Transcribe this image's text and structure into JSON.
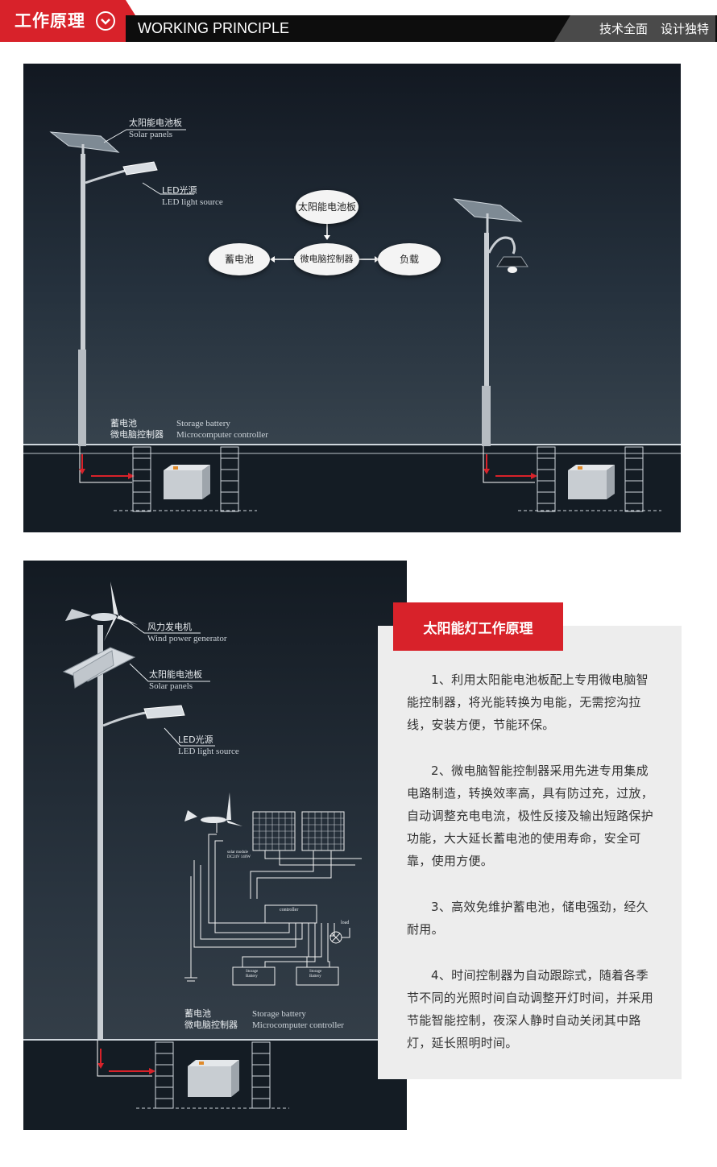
{
  "header": {
    "title_cn": "工作原理",
    "title_en": "WORKING PRINCIPLE",
    "tags": [
      "技术全面",
      "设计独特"
    ],
    "accent": "#d8222a"
  },
  "top_diagram": {
    "label_solar_cn": "太阳能电池板",
    "label_solar_en": "Solar panels",
    "label_led_cn": "LED光源",
    "label_led_en": "LED light source",
    "flow_solar": "太阳能电池板",
    "flow_battery": "蓄电池",
    "flow_controller": "微电脑控制器",
    "flow_load": "负载",
    "label_battery_cn": "蓄电池",
    "label_controller_cn": "微电脑控制器",
    "label_battery_en": "Storage battery",
    "label_controller_en": "Microcomputer controller"
  },
  "bottom_diagram": {
    "label_wind_cn": "风力发电机",
    "label_wind_en": "Wind power generator",
    "label_solar_cn": "太阳能电池板",
    "label_solar_en": "Solar panels",
    "label_led_cn": "LED光源",
    "label_led_en": "LED light source",
    "wiring_solar_module": "solar module",
    "wiring_solar_spec": "DC24V 140W",
    "wiring_controller": "controller",
    "wiring_load": "load",
    "wiring_storage": "Storage",
    "wiring_battery": "Battery",
    "label_battery_cn": "蓄电池",
    "label_controller_cn": "微电脑控制器",
    "label_battery_en": "Storage battery",
    "label_controller_en": "Microcomputer controller"
  },
  "principle": {
    "title": "太阳能灯工作原理",
    "paragraphs": [
      "1、利用太阳能电池板配上专用微电脑智能控制器，将光能转换为电能，无需挖沟拉线，安装方便，节能环保。",
      "2、微电脑智能控制器采用先进专用集成电路制造，转换效率高，具有防过充，过放，自动调整充电电流，极性反接及输出短路保护功能，大大延长蓄电池的使用寿命，安全可靠，使用方便。",
      "3、高效免维护蓄电池，储电强劲，经久耐用。",
      "4、时间控制器为自动跟踪式，随着各季节不同的光照时间自动调整开灯时间，并采用节能智能控制，夜深人静时自动关闭其中路灯，延长照明时间。"
    ]
  }
}
